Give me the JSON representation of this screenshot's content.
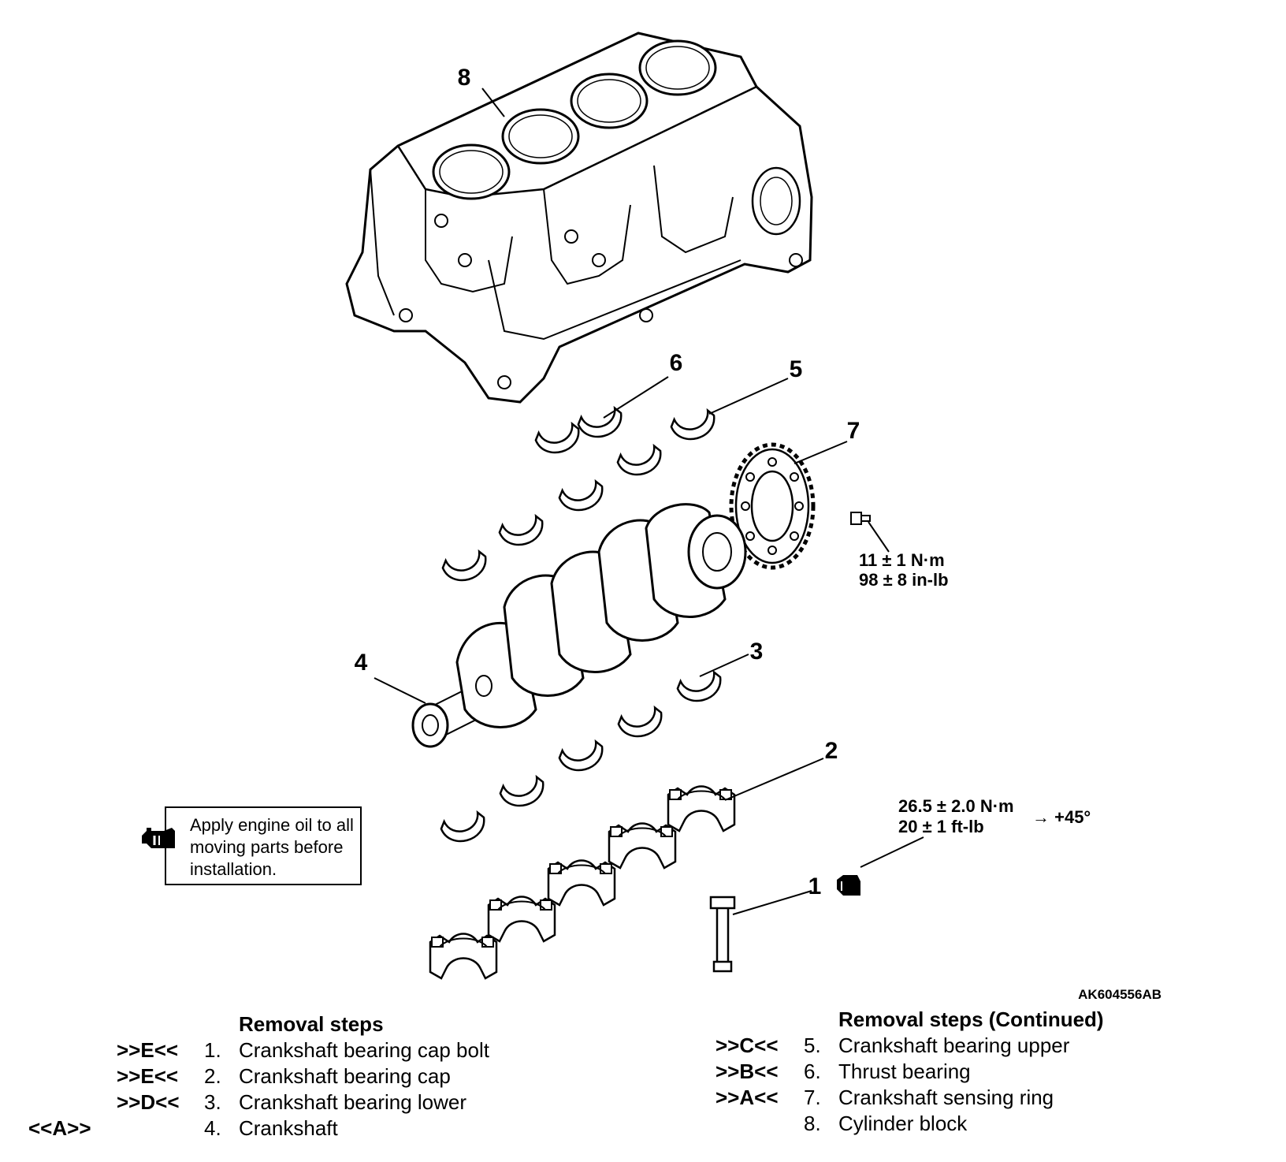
{
  "figure_code": "AK604556AB",
  "callouts": {
    "c1": "1",
    "c2": "2",
    "c3": "3",
    "c4": "4",
    "c5": "5",
    "c6": "6",
    "c7": "7",
    "c8": "8"
  },
  "torque_sensing_ring": {
    "line1": "11 ± 1 N·m",
    "line2": "98 ± 8 in-lb"
  },
  "torque_cap_bolt": {
    "line1": "26.5 ± 2.0 N·m",
    "line2": "20 ± 1 ft-lb",
    "angle": "→ +45°"
  },
  "note": {
    "icon": "engine-oil-can-icon",
    "text": "Apply engine oil to all moving parts before installation."
  },
  "removal_left": {
    "heading": "Removal steps",
    "steps": [
      {
        "mark": ">>E<<",
        "num": "1.",
        "name": "Crankshaft bearing cap bolt"
      },
      {
        "mark": ">>E<<",
        "num": "2.",
        "name": "Crankshaft bearing cap"
      },
      {
        "mark": ">>D<<",
        "num": "3.",
        "name": "Crankshaft bearing lower"
      },
      {
        "mark": "<<A>>",
        "num": "4.",
        "name": "Crankshaft"
      }
    ]
  },
  "removal_right": {
    "heading": "Removal steps (Continued)",
    "steps": [
      {
        "mark": ">>C<<",
        "num": "5.",
        "name": "Crankshaft bearing upper"
      },
      {
        "mark": ">>B<<",
        "num": "6.",
        "name": "Thrust bearing"
      },
      {
        "mark": ">>A<<",
        "num": "7.",
        "name": "Crankshaft sensing ring"
      },
      {
        "mark": "",
        "num": "8.",
        "name": "Cylinder block"
      }
    ]
  }
}
